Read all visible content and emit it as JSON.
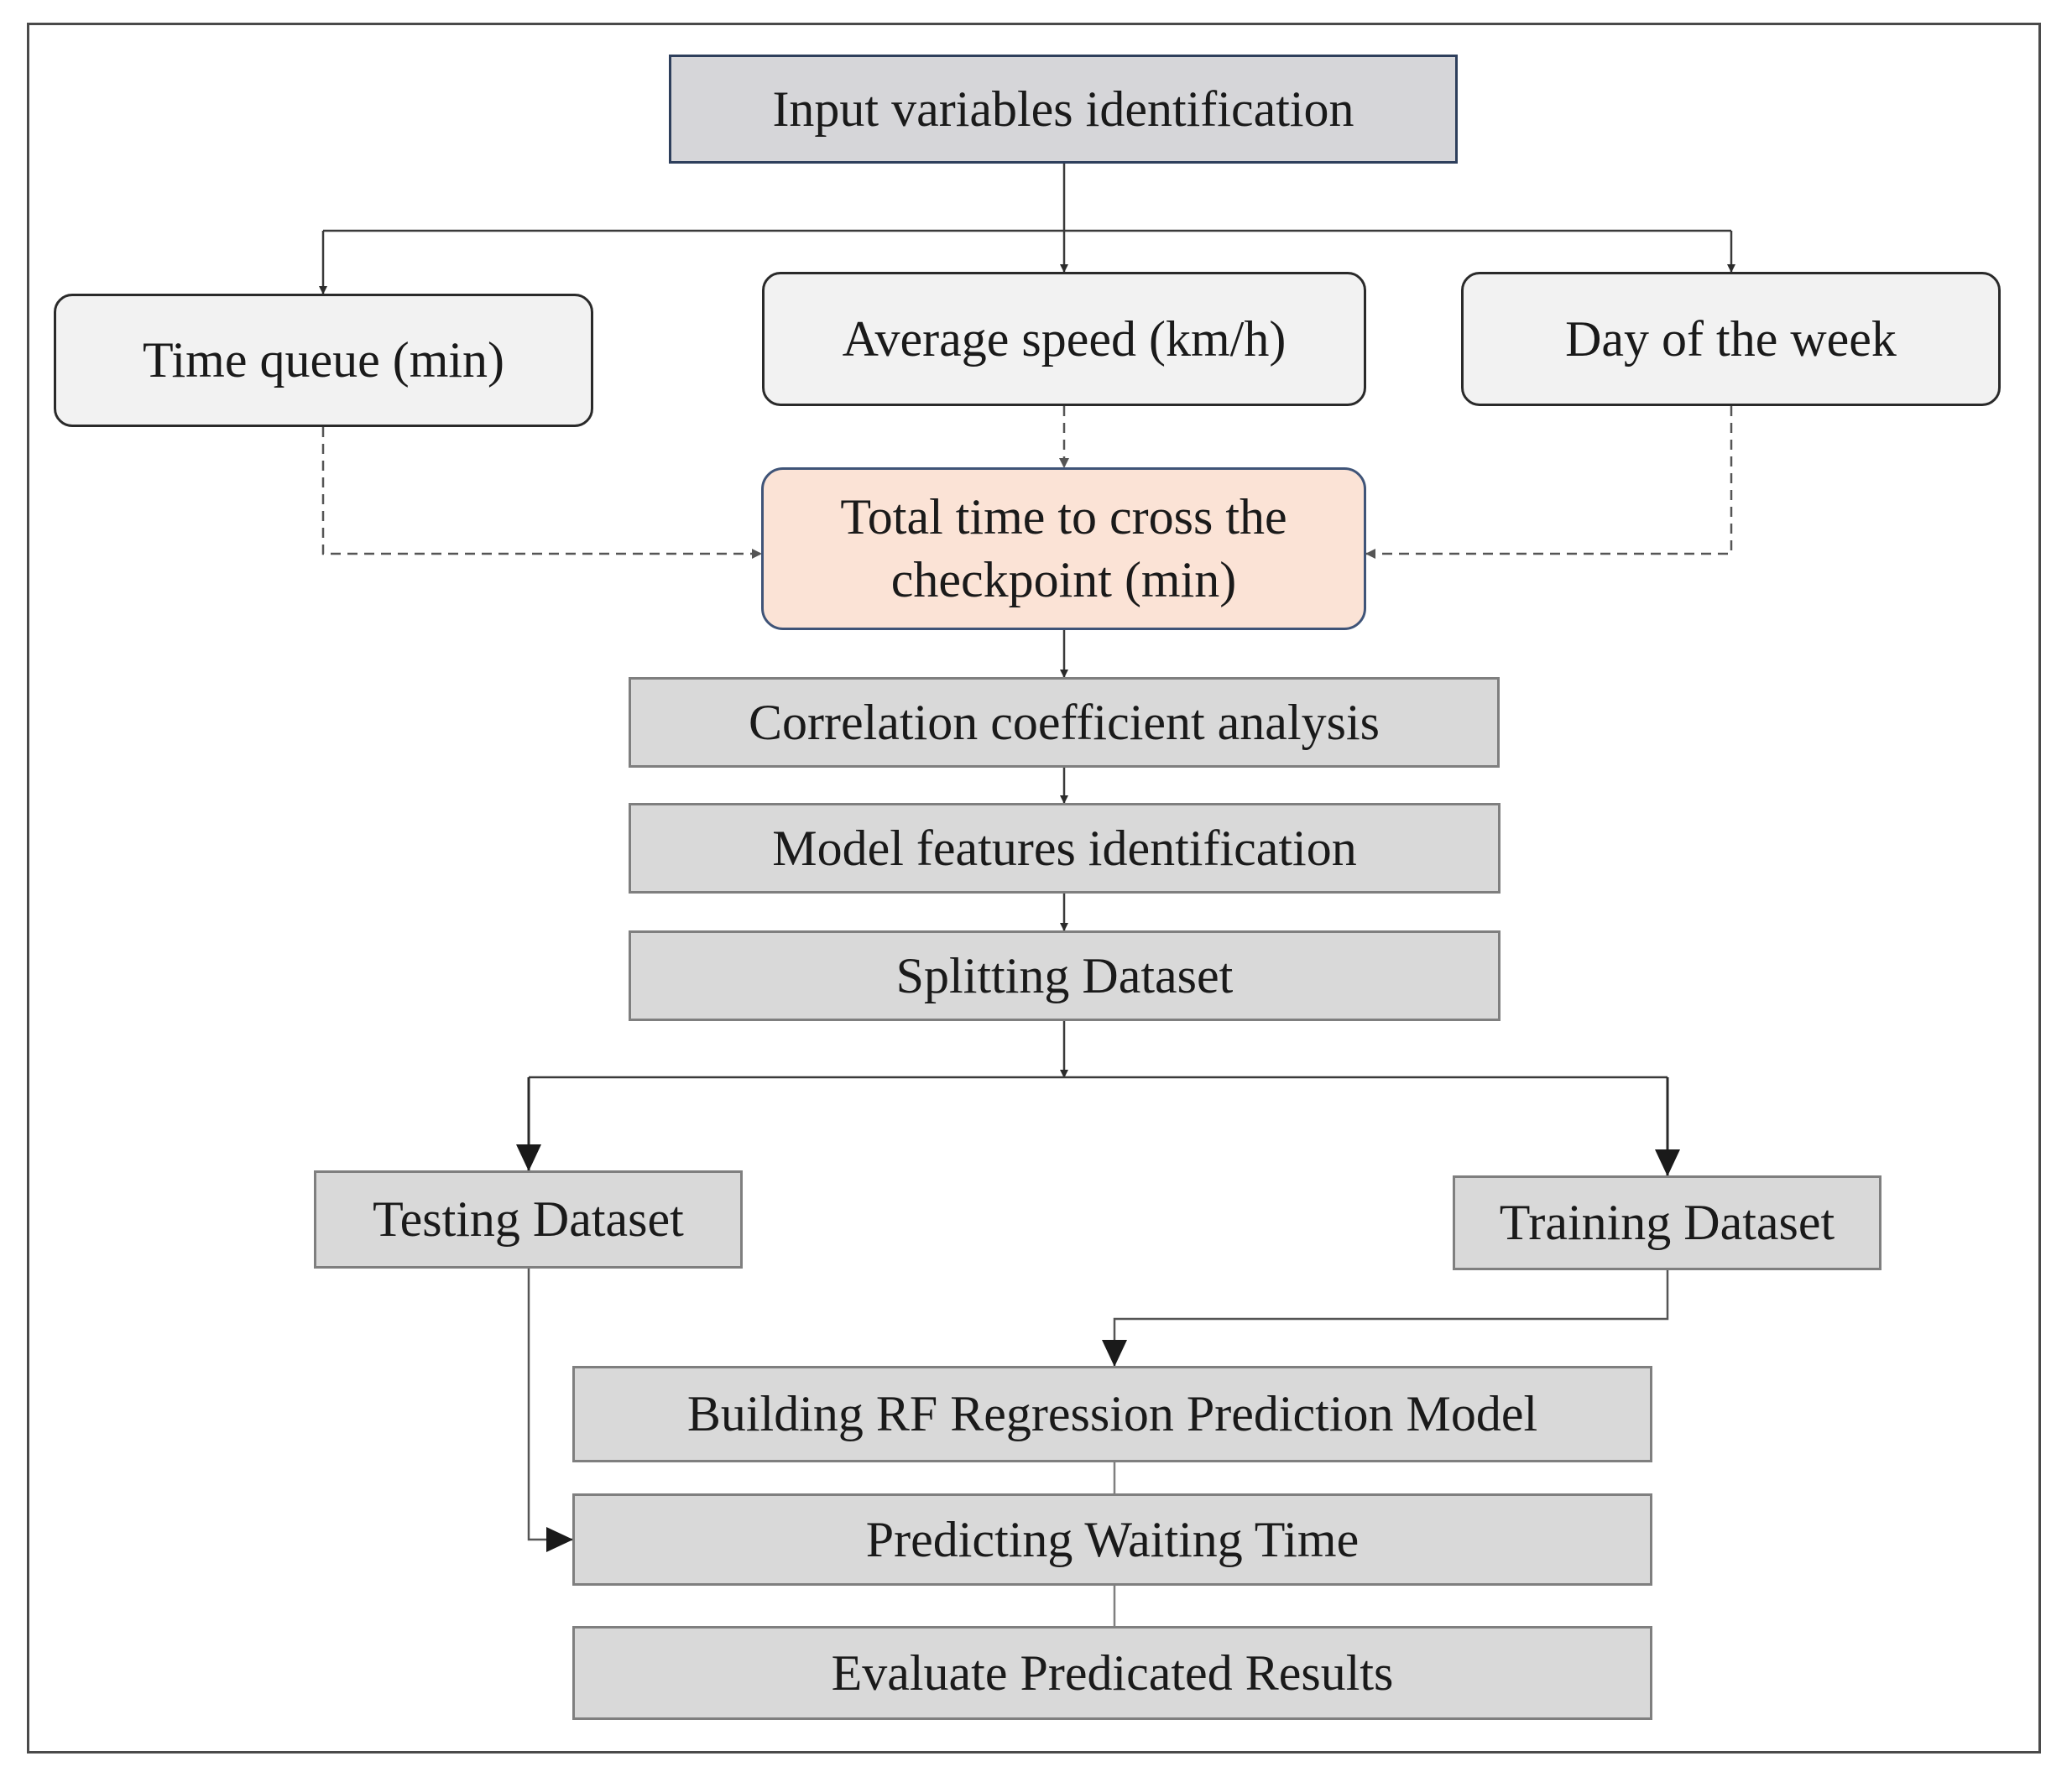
{
  "diagram": {
    "nodes": {
      "input_identification": "Input variables identification",
      "time_queue": "Time queue (min)",
      "average_speed": "Average speed (km/h)",
      "day_of_week": "Day of the week",
      "total_time": "Total time to cross the checkpoint (min)",
      "correlation": "Correlation coefficient analysis",
      "model_features": "Model features identification",
      "splitting": "Splitting Dataset",
      "testing": "Testing Dataset",
      "training": "Training Dataset",
      "building_model": "Building RF Regression Prediction Model",
      "predicting": "Predicting Waiting Time",
      "evaluate": "Evaluate Predicated Results"
    },
    "edges": [
      {
        "from": "input_identification",
        "to": "time_queue",
        "style": "solid"
      },
      {
        "from": "input_identification",
        "to": "average_speed",
        "style": "solid"
      },
      {
        "from": "input_identification",
        "to": "day_of_week",
        "style": "solid"
      },
      {
        "from": "time_queue",
        "to": "total_time",
        "style": "dashed"
      },
      {
        "from": "average_speed",
        "to": "total_time",
        "style": "dashed"
      },
      {
        "from": "day_of_week",
        "to": "total_time",
        "style": "dashed"
      },
      {
        "from": "total_time",
        "to": "correlation",
        "style": "solid"
      },
      {
        "from": "correlation",
        "to": "model_features",
        "style": "solid"
      },
      {
        "from": "model_features",
        "to": "splitting",
        "style": "solid"
      },
      {
        "from": "splitting",
        "to": "testing",
        "style": "solid"
      },
      {
        "from": "splitting",
        "to": "training",
        "style": "solid"
      },
      {
        "from": "training",
        "to": "building_model",
        "style": "solid"
      },
      {
        "from": "testing",
        "to": "predicting",
        "style": "solid"
      },
      {
        "from": "building_model",
        "to": "predicting",
        "style": "line"
      },
      {
        "from": "predicting",
        "to": "evaluate",
        "style": "line"
      }
    ],
    "colors": {
      "input_fill": "#d6d6d9",
      "input_border": "#2e3f5c",
      "variable_fill": "#f2f2f2",
      "target_fill": "#fbe3d6",
      "target_border": "#3f5478",
      "step_fill": "#d9d9d9",
      "step_border": "#7f7f7f",
      "connector": "#3a3a3a",
      "dashed_connector": "#555555"
    }
  }
}
